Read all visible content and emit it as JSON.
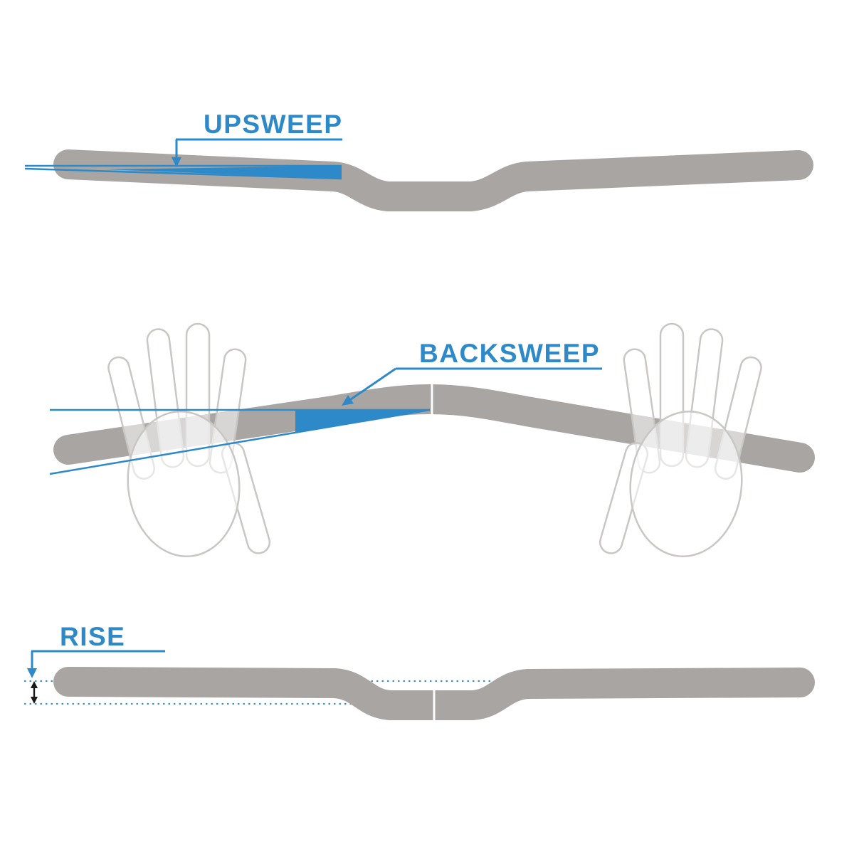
{
  "diagram": {
    "labels": {
      "upsweep": "UPSWEEP",
      "backsweep": "BACKSWEEP",
      "rise": "RISE"
    }
  },
  "colors": {
    "accent_blue": "#2e89c8",
    "bar_gray": "#a9a5a2",
    "hand_outline": "#c9c7c4",
    "measure_black": "#1a1a1a",
    "center_mark_white": "#ffffff"
  }
}
